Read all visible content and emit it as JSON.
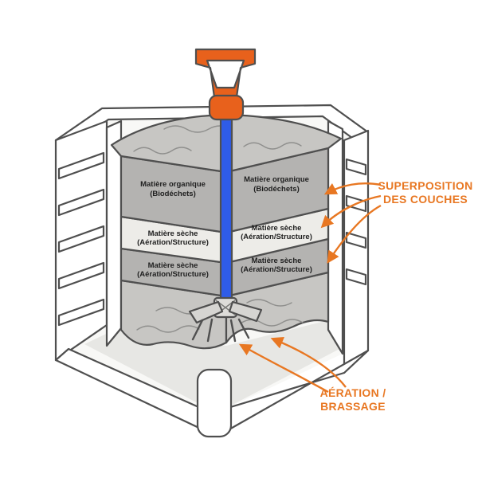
{
  "figure": {
    "layer_labels": {
      "organic": {
        "line1": "Matière organique",
        "line2": "(Biodéchets)"
      },
      "dry": {
        "line1": "Matière sèche",
        "line2": "(Aération/Structure)"
      }
    },
    "callouts": {
      "superposition": {
        "line1": "SUPERPOSITION",
        "line2": "DES COUCHES"
      },
      "aeration": {
        "line1": "AÉRATION /",
        "line2": "BRASSAGE"
      }
    },
    "colors": {
      "accent": "#E87722",
      "handle_orange": "#E8611C",
      "shaft_blue": "#2F5CE8",
      "layer_dark": "#B4B3B1",
      "layer_light": "#EDECE8",
      "compost_gray": "#C7C6C3",
      "label_ink": "#1F1F1F",
      "outline": "#4F4F4F"
    }
  }
}
